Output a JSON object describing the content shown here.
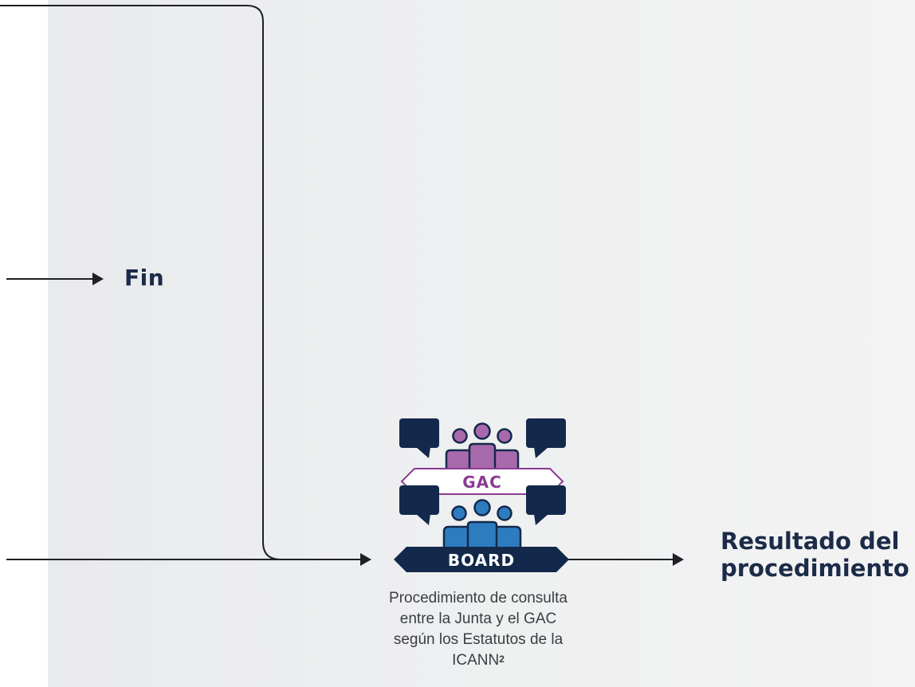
{
  "end_label": "Fin",
  "result_label": [
    "Resultado del",
    "procedimiento"
  ],
  "consultation": {
    "gac_banner": "GAC",
    "board_banner": "BOARD",
    "caption_lines": [
      "Procedimiento de consulta",
      "entre la Junta y el GAC",
      "según los Estatutos de la",
      "ICANN"
    ],
    "footnote": "2"
  },
  "colors": {
    "navy": "#13294b",
    "gac_purple": "#a86aad",
    "gac_border": "#8b3a93",
    "board_blue": "#2e7cc0",
    "board_light": "#3d8fd1",
    "panel": "#eeeff0"
  },
  "icons": [
    "speech-bubble-icon",
    "people-group-icon"
  ]
}
